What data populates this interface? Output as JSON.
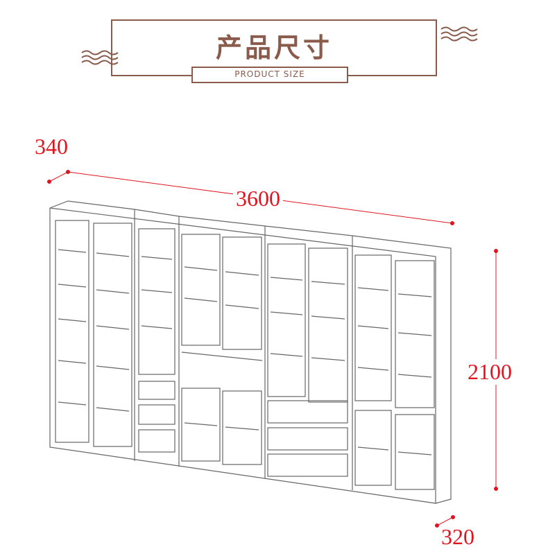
{
  "header": {
    "title": "产品尺寸",
    "subtitle": "PRODUCT SIZE"
  },
  "dimensions": {
    "depth_top": "340",
    "width": "3600",
    "height": "2100",
    "depth_bottom": "320"
  },
  "colors": {
    "brand": "#8a5a4a",
    "dimension": "#e0141e",
    "line": "#666666"
  }
}
